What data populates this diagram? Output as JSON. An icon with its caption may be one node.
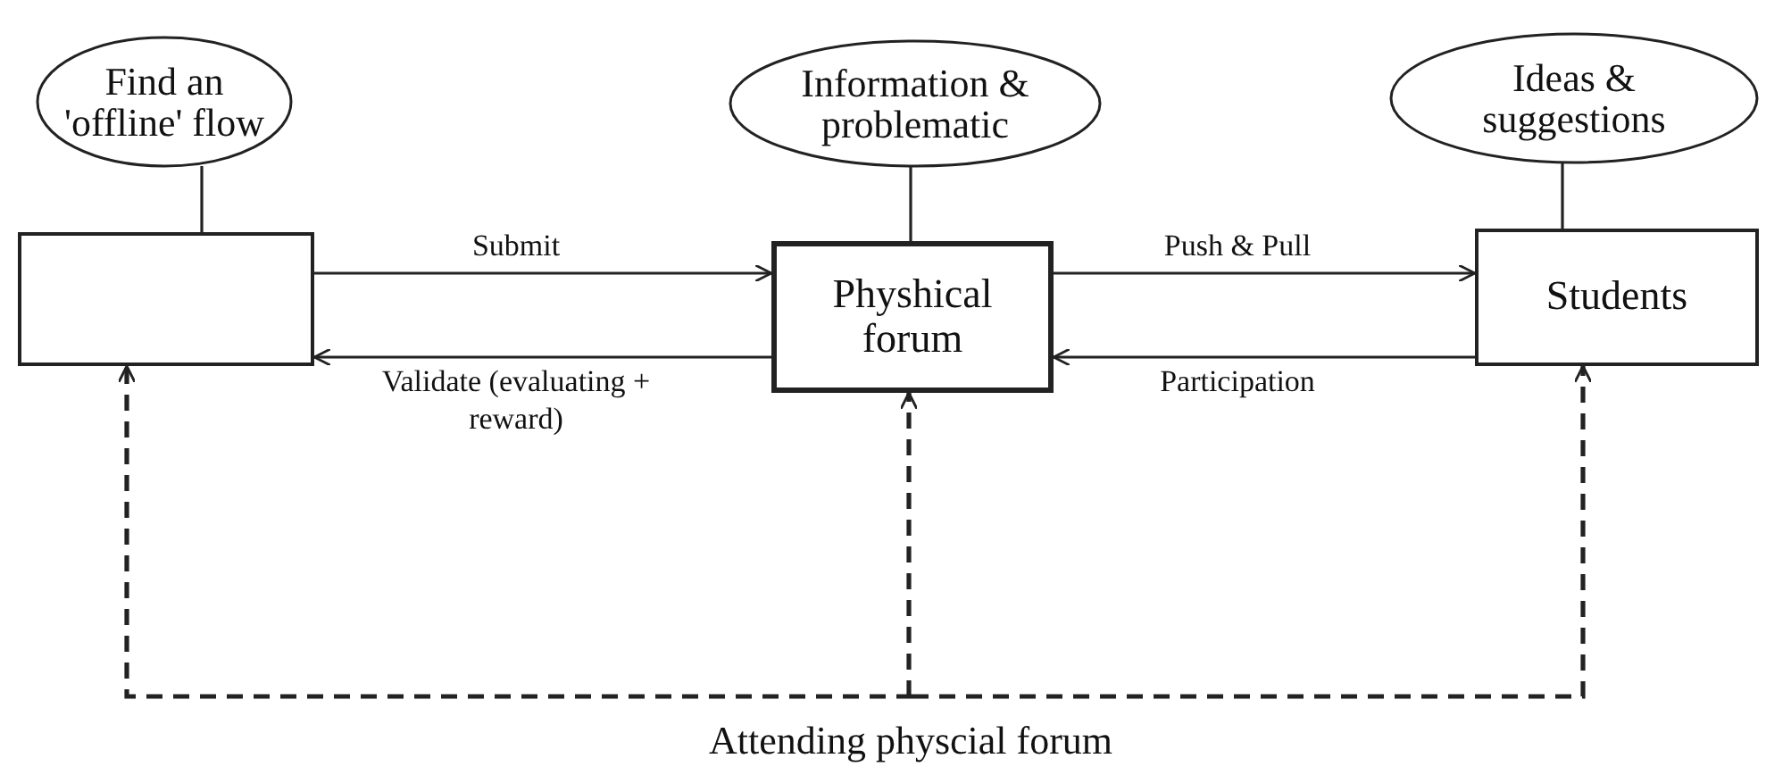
{
  "diagram": {
    "nodes": [
      {
        "text": [
          "Find an 'offline' flow"
        ]
      },
      {
        "text": [
          "Information & problematic"
        ]
      },
      {
        "text": [
          "Ideas & suggestions"
        ]
      },
      {
        "text": [],
        "shape": "box"
      },
      {
        "text": [
          "Physhical forum"
        ]
      },
      {
        "text": [
          "Students"
        ]
      }
    ],
    "edges": [
      {
        "from": 0,
        "to": 3,
        "arrow": "none"
      },
      {
        "from": 1,
        "to": 4,
        "arrow": "none"
      },
      {
        "from": 2,
        "to": 5,
        "arrow": "none"
      },
      {
        "from": 3,
        "to": 4,
        "arrow": "to",
        "label": "Submit"
      },
      {
        "from": 4,
        "to": 3,
        "arrow": "to",
        "label": "Validate (evaluating + reward)"
      },
      {
        "from": 4,
        "to": 5,
        "arrow": "to",
        "label": "Push & Pull"
      },
      {
        "from": 5,
        "to": 4,
        "arrow": "to",
        "label": "Participation"
      },
      {
        "from": null,
        "to": 3,
        "arrow": "to",
        "style": "dashed"
      },
      {
        "from": null,
        "to": 4,
        "arrow": "to",
        "style": "dashed"
      },
      {
        "from": null,
        "to": 5,
        "arrow": "to",
        "style": "dashed"
      }
    ],
    "labels": [
      "Attending physcial forum"
    ]
  }
}
